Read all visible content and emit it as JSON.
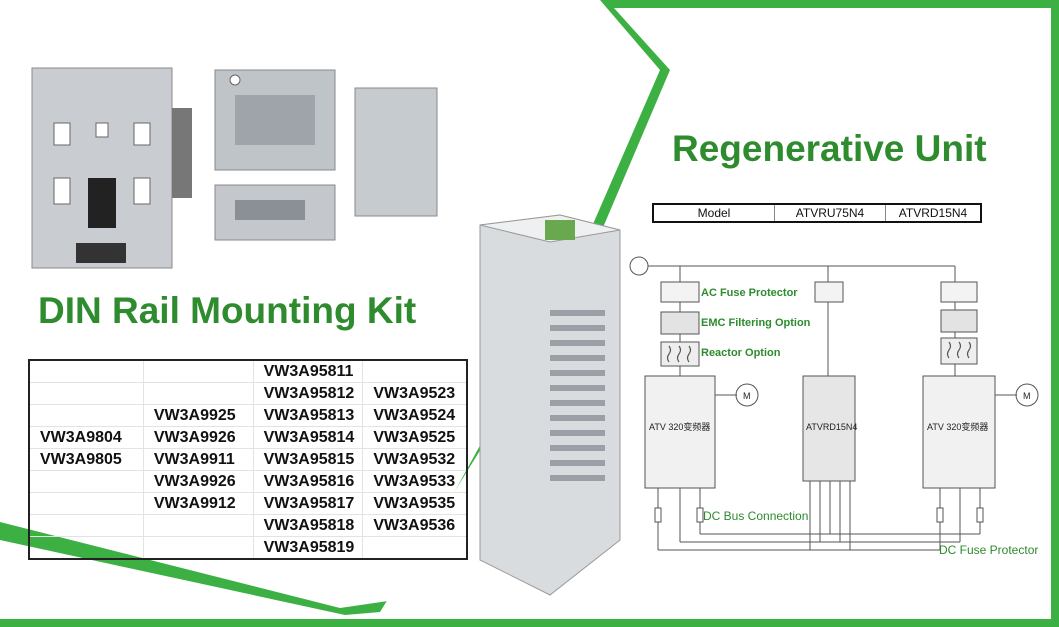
{
  "left_title": "DIN Rail Mounting Kit",
  "right_title": "Regenerative Unit",
  "model_table": {
    "header": "Model",
    "models": [
      "ATVRU75N4",
      "ATVRD15N4"
    ]
  },
  "parts_table": [
    [
      "",
      "",
      "VW3A95811",
      ""
    ],
    [
      "",
      "",
      "VW3A95812",
      "VW3A9523"
    ],
    [
      "",
      "VW3A9925",
      "VW3A95813",
      "VW3A9524"
    ],
    [
      "VW3A9804",
      "VW3A9926",
      "VW3A95814",
      "VW3A9525"
    ],
    [
      "VW3A9805",
      "VW3A9911",
      "VW3A95815",
      "VW3A9532"
    ],
    [
      "",
      "VW3A9926",
      "VW3A95816",
      "VW3A9533"
    ],
    [
      "",
      "VW3A9912",
      "VW3A95817",
      "VW3A9535"
    ],
    [
      "",
      "",
      "VW3A95818",
      "VW3A9536"
    ],
    [
      "",
      "",
      "VW3A95819",
      ""
    ]
  ],
  "diagram": {
    "ac_fuse": "AC Fuse Protector",
    "emc": "EMC Filtering Option",
    "reactor": "Reactor Option",
    "drive_left": "ATV 320变频器",
    "center_unit": "ATVRD15N4",
    "drive_right": "ATV 320变频器",
    "motor_symbol": "M",
    "dc_bus": "DC Bus Connection",
    "dc_fuse": "DC Fuse Protector"
  },
  "colors": {
    "accent_green": "#2e8b2e",
    "frame_green": "#3cb043"
  }
}
